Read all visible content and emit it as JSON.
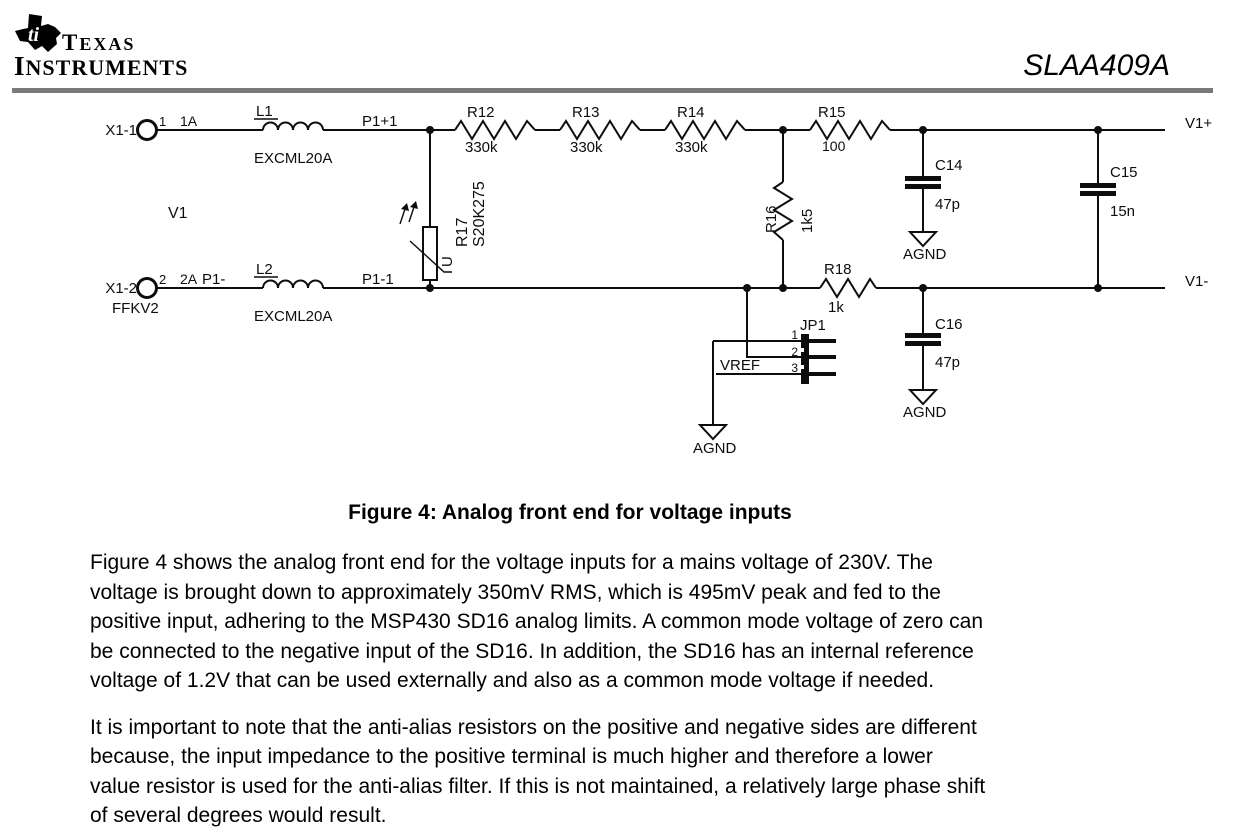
{
  "header": {
    "brand_line1": "TEXAS",
    "brand_line2": "INSTRUMENTS",
    "logo_monogram": "ti",
    "doc_number": "SLAA409A"
  },
  "schematic": {
    "x1_1": {
      "ref": "X1-1",
      "pin": "1",
      "net": "1A"
    },
    "x1_2": {
      "ref": "X1-2",
      "pin": "2",
      "net": "2A",
      "value": "FFKV2"
    },
    "l1": {
      "ref": "L1",
      "value": "EXCML20A"
    },
    "l2": {
      "ref": "L2",
      "value": "EXCML20A"
    },
    "nets": {
      "p1_plus_1": "P1+1",
      "p1_minus": "P1-",
      "p1_minus_1": "P1-1",
      "v1_plus": "V1+",
      "v1_minus": "V1-",
      "v1": "V1",
      "vref": "VREF",
      "agnd": "AGND"
    },
    "r12": {
      "ref": "R12",
      "value": "330k"
    },
    "r13": {
      "ref": "R13",
      "value": "330k"
    },
    "r14": {
      "ref": "R14",
      "value": "330k"
    },
    "r15": {
      "ref": "R15",
      "value": "100"
    },
    "r16": {
      "ref": "R16",
      "value": "1k5"
    },
    "r17": {
      "ref": "R17",
      "value": "S20K275",
      "symbol_letter": "U"
    },
    "r18": {
      "ref": "R18",
      "value": "1k"
    },
    "c14": {
      "ref": "C14",
      "value": "47p"
    },
    "c15": {
      "ref": "C15",
      "value": "15n"
    },
    "c16": {
      "ref": "C16",
      "value": "47p"
    },
    "jp1": {
      "ref": "JP1",
      "pins": [
        "1",
        "2",
        "3"
      ]
    }
  },
  "figure_caption": "Figure 4: Analog front end for voltage inputs",
  "paragraphs": [
    {
      "lines": [
        "Figure 4 shows the analog front end for the voltage inputs for a mains voltage of 230V. The",
        "voltage is brought down to approximately 350mV RMS, which is 495mV peak and fed to the",
        "positive input, adhering to the MSP430 SD16 analog limits. A common mode voltage of zero can",
        "be connected to the negative input of the SD16. In addition, the SD16 has an internal reference",
        "voltage of 1.2V that can be used externally and also as a common mode voltage if needed."
      ]
    },
    {
      "lines": [
        "It is important to note that the anti-alias resistors on the positive and negative sides are different",
        "because, the input impedance to the positive terminal is much higher and therefore a lower",
        "value resistor is used for the anti-alias filter. If this is not maintained, a relatively large phase shift",
        "of several degrees would result."
      ]
    }
  ]
}
